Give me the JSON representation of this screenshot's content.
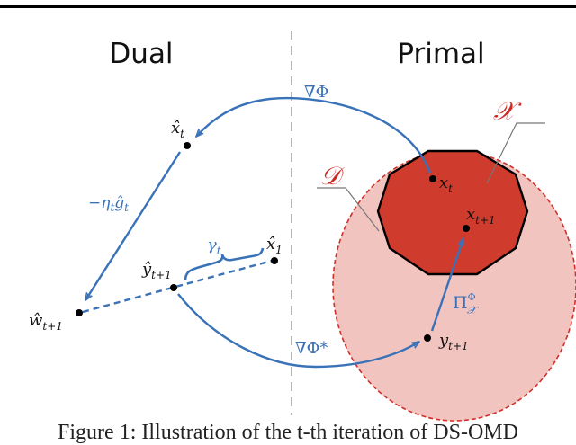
{
  "figure": {
    "left_title": "Dual",
    "right_title": "Primal",
    "caption": "Figure 1: Illustration of the t-th iteration of DS-OMD"
  },
  "colors": {
    "arrow_blue": "#3a72b8",
    "constraint_set_fill": "#cf3b2c",
    "domain_fill": "#f2c4c0",
    "domain_border": "#d0302a",
    "label_red": "#cc2a22",
    "divider_gray": "#b5b5b5",
    "leader_gray": "#777777",
    "point_black": "#000000"
  },
  "labels": {
    "grad_phi": "∇Φ",
    "grad_phi_star": "∇Φ*",
    "step": "−η",
    "step_sub": "t",
    "step_g": "ĝ",
    "step_g_sub": "t",
    "gamma": "γ",
    "gamma_sub": "t",
    "projection": "Π",
    "projection_sup": "Φ",
    "projection_sub": "𝒳",
    "set_X": "𝒳",
    "set_D": "𝒟"
  },
  "points": {
    "x_hat_t": {
      "base": "x̂",
      "sub": "t"
    },
    "w_hat_t1": {
      "base": "ŵ",
      "sub": "t+1"
    },
    "y_hat_t1": {
      "base": "ŷ",
      "sub": "t+1"
    },
    "x_hat_1": {
      "base": "x̂",
      "sub": "1"
    },
    "x_t": {
      "base": "x",
      "sub": "t"
    },
    "x_t1": {
      "base": "x",
      "sub": "t+1"
    },
    "y_t1": {
      "base": "y",
      "sub": "t+1"
    }
  }
}
